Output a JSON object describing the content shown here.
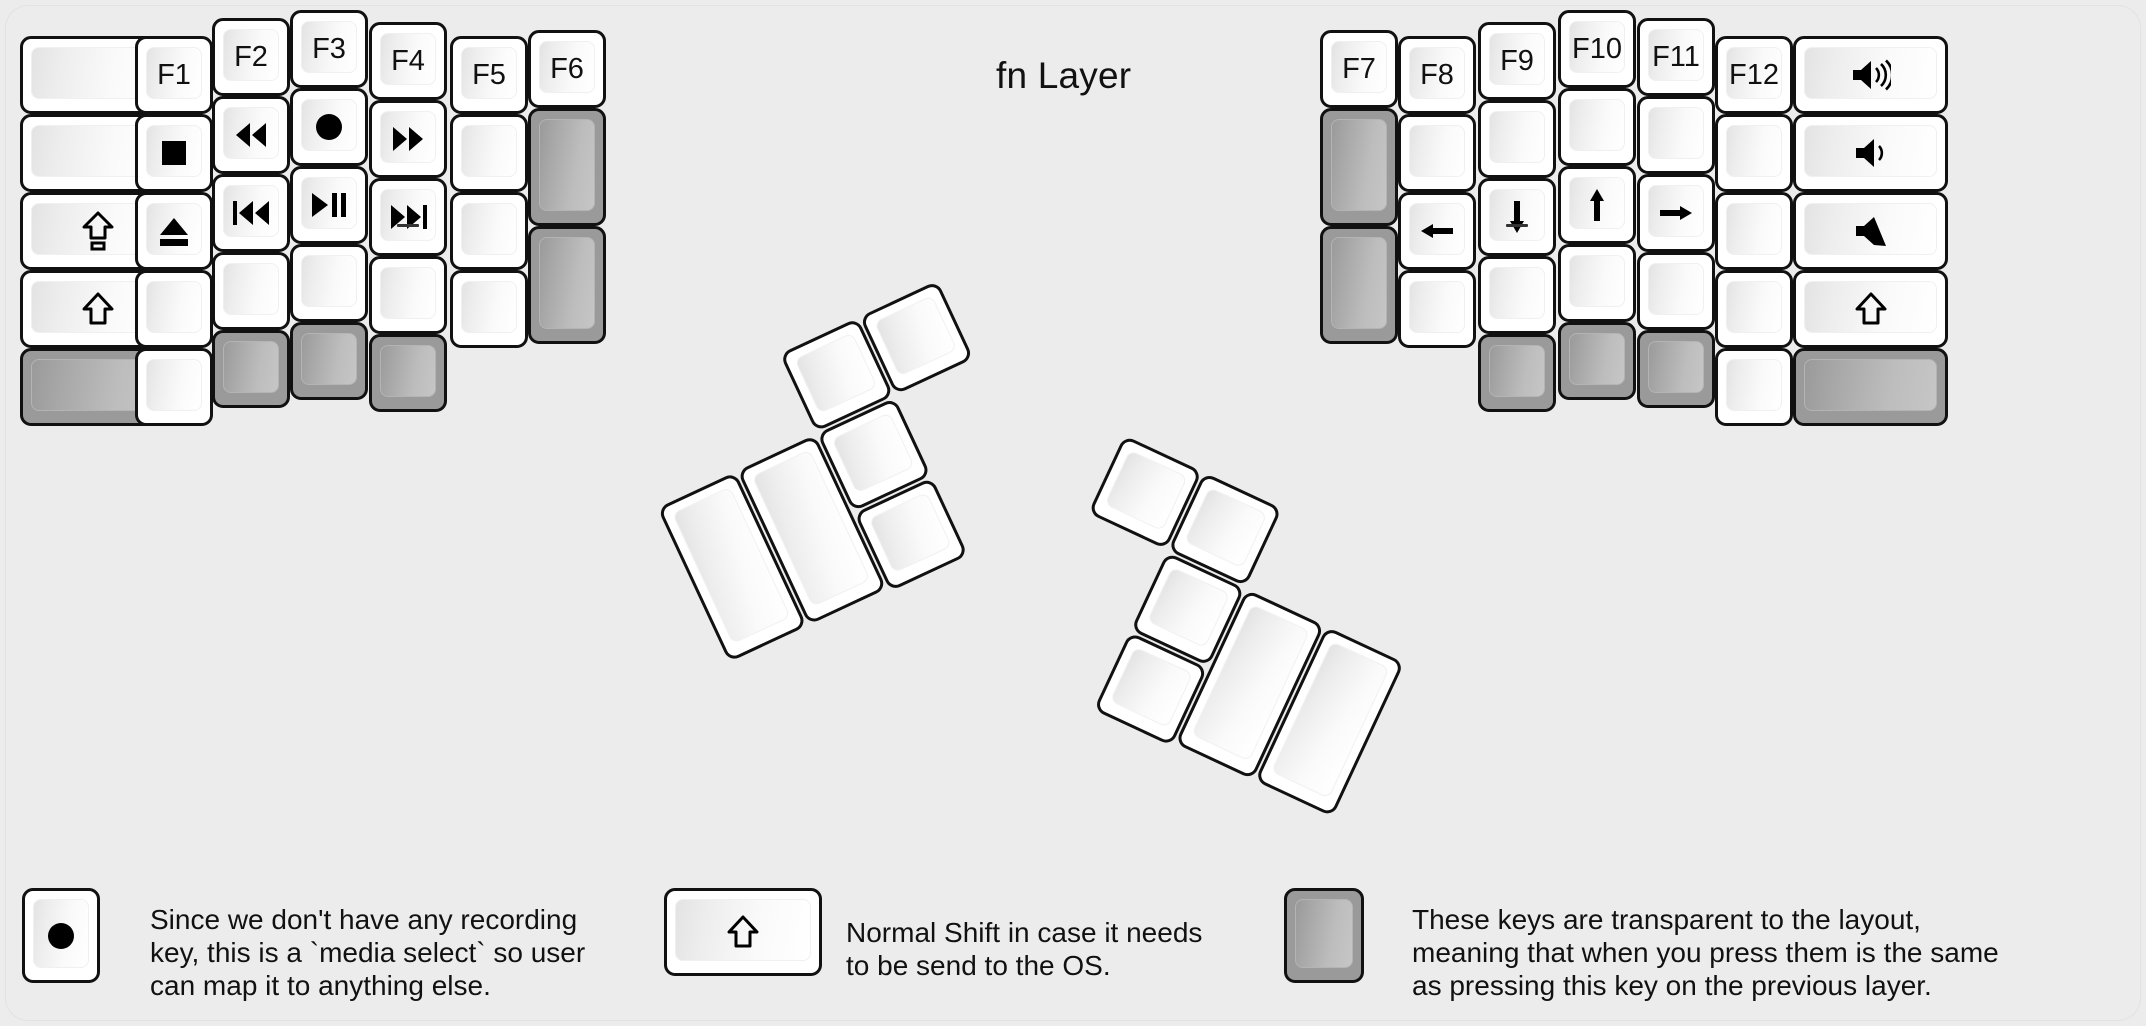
{
  "title": "fn Layer",
  "colors": {
    "background": "#ececec",
    "key_border": "#111111",
    "key_face_light": "#ffffff",
    "key_face_shade": "#e3e3e3",
    "transparent_key": "#9a9a9a",
    "text": "#111111"
  },
  "left_half": {
    "columns": [
      {
        "name": "pinky-outer",
        "keys": [
          {
            "label": "",
            "icon": "blank",
            "state": "normal"
          },
          {
            "label": "",
            "icon": "blank",
            "state": "normal"
          },
          {
            "label": "",
            "icon": "caps-lock",
            "state": "normal"
          },
          {
            "label": "",
            "icon": "shift",
            "state": "normal"
          },
          {
            "label": "",
            "icon": "blank",
            "state": "transparent"
          }
        ]
      },
      {
        "name": "pinky",
        "keys": [
          {
            "label": "F1",
            "icon": "none",
            "state": "normal"
          },
          {
            "label": "",
            "icon": "media-stop",
            "state": "normal"
          },
          {
            "label": "",
            "icon": "media-eject",
            "state": "normal"
          },
          {
            "label": "",
            "icon": "blank",
            "state": "normal"
          },
          {
            "label": "",
            "icon": "blank",
            "state": "normal"
          }
        ]
      },
      {
        "name": "ring",
        "keys": [
          {
            "label": "F2",
            "icon": "none",
            "state": "normal"
          },
          {
            "label": "",
            "icon": "media-rewind",
            "state": "normal"
          },
          {
            "label": "",
            "icon": "media-prev",
            "state": "normal"
          },
          {
            "label": "",
            "icon": "blank",
            "state": "normal"
          },
          {
            "label": "",
            "icon": "blank",
            "state": "transparent"
          }
        ]
      },
      {
        "name": "middle",
        "keys": [
          {
            "label": "F3",
            "icon": "none",
            "state": "normal"
          },
          {
            "label": "",
            "icon": "media-record",
            "state": "normal"
          },
          {
            "label": "",
            "icon": "media-playpause",
            "state": "normal"
          },
          {
            "label": "",
            "icon": "blank",
            "state": "normal"
          },
          {
            "label": "",
            "icon": "blank",
            "state": "transparent"
          }
        ]
      },
      {
        "name": "index",
        "keys": [
          {
            "label": "F4",
            "icon": "none",
            "state": "normal"
          },
          {
            "label": "",
            "icon": "media-fastforward",
            "state": "normal"
          },
          {
            "label": "",
            "icon": "media-next",
            "state": "normal",
            "homing": true
          },
          {
            "label": "",
            "icon": "blank",
            "state": "normal"
          },
          {
            "label": "",
            "icon": "blank",
            "state": "transparent"
          }
        ]
      },
      {
        "name": "index-inner",
        "keys": [
          {
            "label": "F5",
            "icon": "none",
            "state": "normal"
          },
          {
            "label": "",
            "icon": "blank",
            "state": "normal"
          },
          {
            "label": "",
            "icon": "blank",
            "state": "normal"
          },
          {
            "label": "",
            "icon": "blank",
            "state": "normal"
          }
        ]
      },
      {
        "name": "inner-extra",
        "keys": [
          {
            "label": "F6",
            "icon": "none",
            "state": "normal"
          },
          {
            "label": "",
            "icon": "blank",
            "state": "transparent"
          },
          {
            "label": "",
            "icon": "blank",
            "state": "transparent"
          }
        ]
      }
    ],
    "thumb_cluster": [
      {
        "label": "",
        "icon": "blank",
        "state": "normal"
      },
      {
        "label": "",
        "icon": "blank",
        "state": "normal"
      },
      {
        "label": "",
        "icon": "blank",
        "state": "normal"
      },
      {
        "label": "",
        "icon": "blank",
        "state": "normal"
      },
      {
        "label": "",
        "icon": "blank",
        "state": "normal"
      },
      {
        "label": "",
        "icon": "blank",
        "state": "normal"
      }
    ]
  },
  "right_half": {
    "columns": [
      {
        "name": "index-inner",
        "keys": [
          {
            "label": "F7",
            "icon": "none",
            "state": "normal"
          },
          {
            "label": "",
            "icon": "blank",
            "state": "transparent"
          },
          {
            "label": "",
            "icon": "blank",
            "state": "transparent"
          }
        ]
      },
      {
        "name": "index",
        "keys": [
          {
            "label": "F8",
            "icon": "none",
            "state": "normal"
          },
          {
            "label": "",
            "icon": "blank",
            "state": "normal"
          },
          {
            "label": "",
            "icon": "arrow-left",
            "state": "normal"
          },
          {
            "label": "",
            "icon": "blank",
            "state": "normal"
          }
        ]
      },
      {
        "name": "middle",
        "keys": [
          {
            "label": "F9",
            "icon": "none",
            "state": "normal"
          },
          {
            "label": "",
            "icon": "blank",
            "state": "normal"
          },
          {
            "label": "",
            "icon": "arrow-down",
            "state": "normal",
            "homing": true
          },
          {
            "label": "",
            "icon": "blank",
            "state": "normal"
          },
          {
            "label": "",
            "icon": "blank",
            "state": "transparent"
          }
        ]
      },
      {
        "name": "ring",
        "keys": [
          {
            "label": "F10",
            "icon": "none",
            "state": "normal"
          },
          {
            "label": "",
            "icon": "blank",
            "state": "normal"
          },
          {
            "label": "",
            "icon": "arrow-up",
            "state": "normal"
          },
          {
            "label": "",
            "icon": "blank",
            "state": "normal"
          },
          {
            "label": "",
            "icon": "blank",
            "state": "transparent"
          }
        ]
      },
      {
        "name": "pinky",
        "keys": [
          {
            "label": "F11",
            "icon": "none",
            "state": "normal"
          },
          {
            "label": "",
            "icon": "blank",
            "state": "normal"
          },
          {
            "label": "",
            "icon": "arrow-right",
            "state": "normal"
          },
          {
            "label": "",
            "icon": "blank",
            "state": "normal"
          },
          {
            "label": "",
            "icon": "blank",
            "state": "transparent"
          }
        ]
      },
      {
        "name": "pinky-outer",
        "keys": [
          {
            "label": "F12",
            "icon": "none",
            "state": "normal"
          },
          {
            "label": "",
            "icon": "blank",
            "state": "normal"
          },
          {
            "label": "",
            "icon": "blank",
            "state": "normal"
          },
          {
            "label": "",
            "icon": "blank",
            "state": "normal"
          },
          {
            "label": "",
            "icon": "blank",
            "state": "normal"
          }
        ]
      },
      {
        "name": "outer-media",
        "keys": [
          {
            "label": "",
            "icon": "volume-up",
            "state": "normal"
          },
          {
            "label": "",
            "icon": "volume-down",
            "state": "normal"
          },
          {
            "label": "",
            "icon": "volume-mute",
            "state": "normal"
          },
          {
            "label": "",
            "icon": "shift",
            "state": "normal"
          },
          {
            "label": "",
            "icon": "blank",
            "state": "transparent"
          }
        ]
      }
    ],
    "thumb_cluster": [
      {
        "label": "",
        "icon": "blank",
        "state": "normal"
      },
      {
        "label": "",
        "icon": "blank",
        "state": "normal"
      },
      {
        "label": "",
        "icon": "blank",
        "state": "normal"
      },
      {
        "label": "",
        "icon": "blank",
        "state": "normal"
      },
      {
        "label": "",
        "icon": "blank",
        "state": "normal"
      },
      {
        "label": "",
        "icon": "blank",
        "state": "normal"
      }
    ]
  },
  "legend": [
    {
      "icon": "media-record",
      "state": "normal",
      "text": "Since we don't have any recording\nkey, this is a `media select` so user\ncan map it to anything else."
    },
    {
      "icon": "shift",
      "state": "normal",
      "text": "Normal Shift in case it needs\nto be send to the OS."
    },
    {
      "icon": "blank",
      "state": "transparent",
      "text": "These keys are transparent to the layout,\nmeaning that when you press them is the same\nas pressing this key on the previous layer."
    }
  ]
}
